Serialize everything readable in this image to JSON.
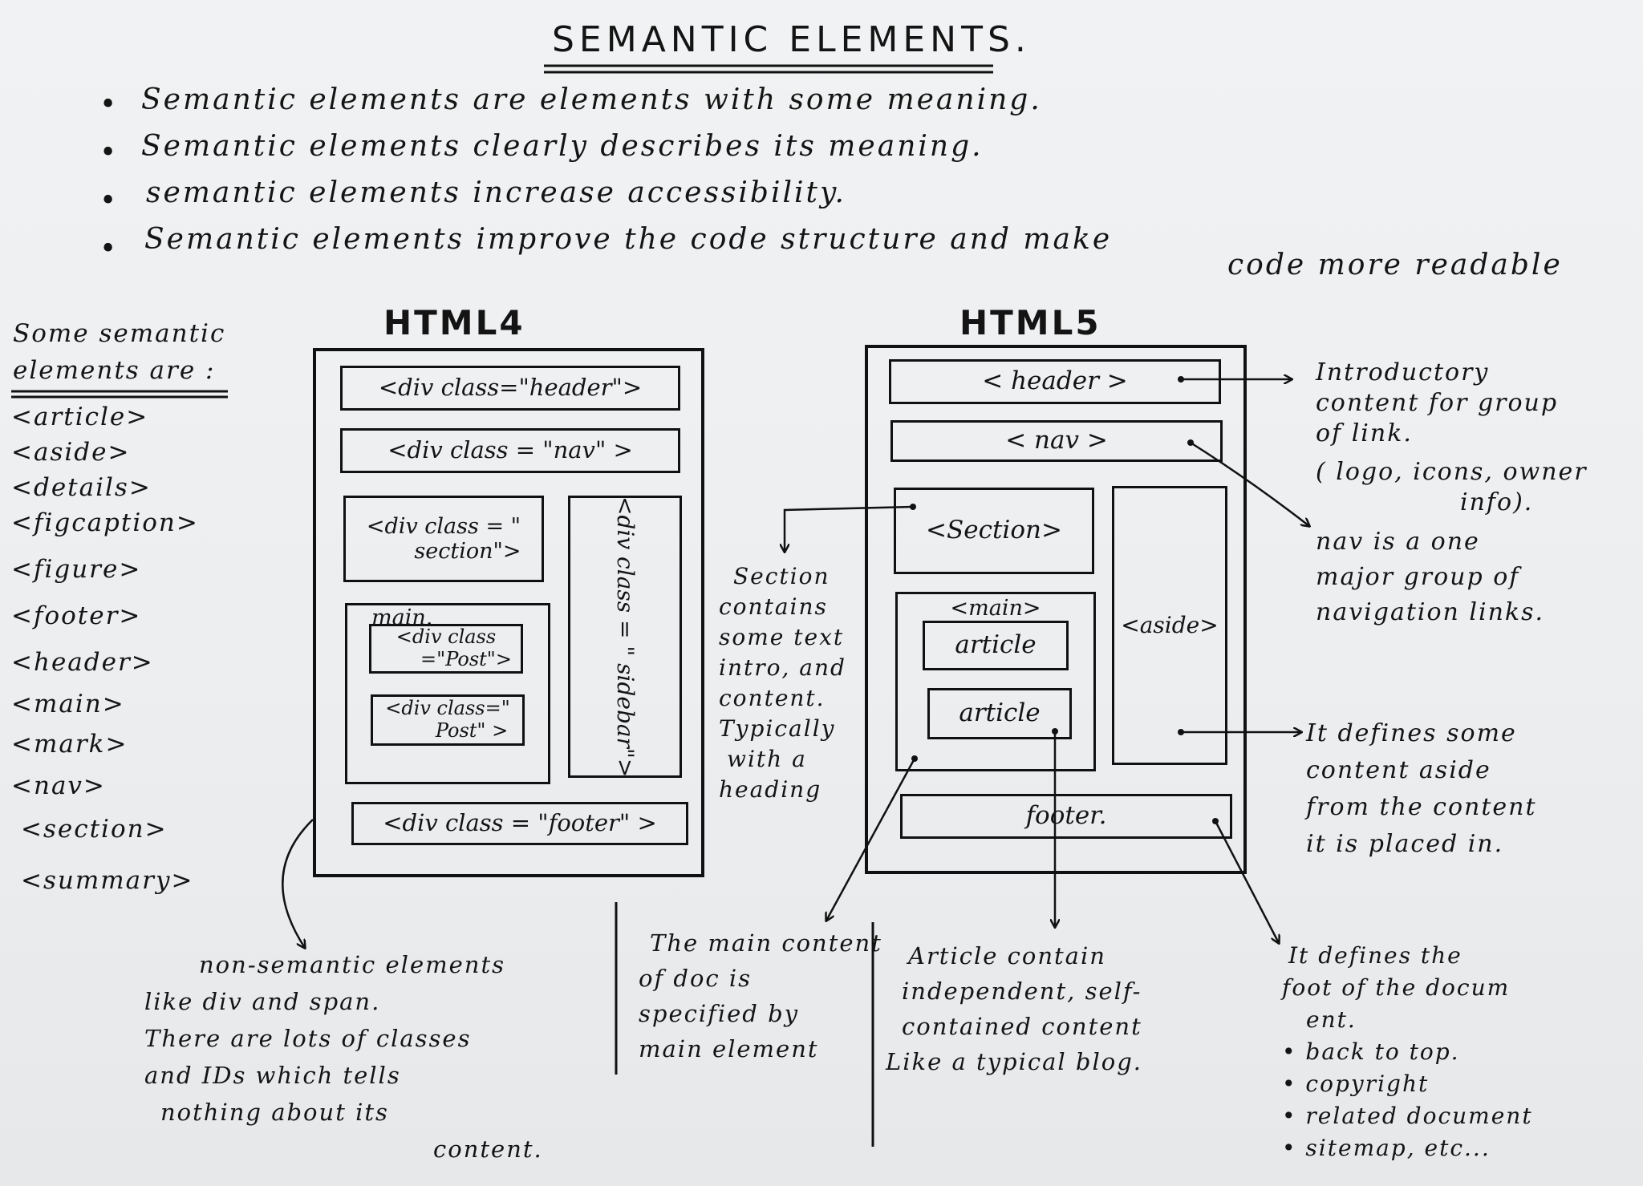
{
  "title": "SEMANTIC ELEMENTS.",
  "bullets": [
    "Semantic elements are elements with some meaning.",
    "Semantic elements clearly describes its meaning.",
    "semantic elements increase accessibility.",
    "Semantic elements improve the code structure and make",
    "code more readable"
  ],
  "list": {
    "heading_line1": "Some semantic",
    "heading_line2": "elements are :",
    "items": [
      "<article>",
      "<aside>",
      "<details>",
      "<figcaption>",
      "<figure>",
      "<footer>",
      "<header>",
      "<main>",
      "<mark>",
      "<nav>",
      "<section>",
      "<summary>"
    ]
  },
  "html4": {
    "heading": "HTML4",
    "header": "<div class=\"header\">",
    "nav": "<div class = \"nav\" >",
    "section_line1": "<div class = \"",
    "section_line2": "section\">",
    "main_label": "main.",
    "post1_line1": "<div class",
    "post1_line2": "=\"Post\">",
    "post2_line1": "<div class=\"",
    "post2_line2": "Post\" >",
    "sidebar": "<div class = \" sidebar\">",
    "footer": "<div class = \"footer\" >"
  },
  "html5": {
    "heading": "HTML5",
    "header": "< header >",
    "nav": "< nav >",
    "section": "<Section>",
    "main_label": "<main>",
    "article1": "article",
    "article2": "article",
    "aside": "<aside>",
    "footer": "footer."
  },
  "notes": {
    "header_note": [
      "Introductory",
      "content for group",
      "of link.",
      "( logo, icons, owner",
      "info)."
    ],
    "nav_note": [
      "nav is a one",
      "major group of",
      "navigation links."
    ],
    "aside_note": [
      "It defines some",
      "content aside",
      "from the content",
      "it is placed in."
    ],
    "section_note": [
      "Section",
      "contains",
      "some text",
      "intro, and",
      "content.",
      "Typically",
      "with a",
      "heading"
    ],
    "nonsemantic_note": [
      "non-semantic elements",
      "like div and span.",
      "There are lots of classes",
      "and IDs which tells",
      "nothing about its",
      "content."
    ],
    "main_note": [
      "The main content",
      "of doc is",
      "specified by",
      "main element"
    ],
    "article_note": [
      "Article contain",
      "independent, self-",
      "contained content",
      "Like a typical blog."
    ],
    "footer_note": [
      "It defines the",
      "foot of the docum",
      "ent.",
      "• back to top.",
      "• copyright",
      "• related document",
      "• sitemap, etc..."
    ]
  }
}
